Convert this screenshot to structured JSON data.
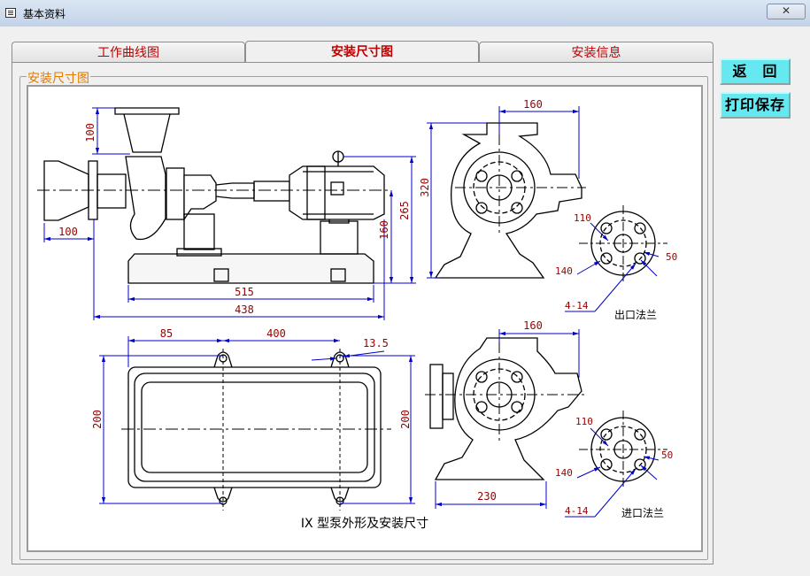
{
  "window": {
    "title": "基本资料",
    "close_label": "✕"
  },
  "tabs": [
    {
      "label": "工作曲线图",
      "active": false
    },
    {
      "label": "安装尺寸图",
      "active": true
    },
    {
      "label": "安装信息",
      "active": false
    }
  ],
  "group_label": "安装尺寸图",
  "buttons": {
    "back": "返　回",
    "print_save": "打印保存"
  },
  "drawing": {
    "caption": "IX 型泵外形及安装尺寸",
    "outlet_flange_label": "出口法兰",
    "inlet_flange_label": "进口法兰",
    "dims": {
      "d100_top": "100",
      "d100_left": "100",
      "d515": "515",
      "d438": "438",
      "d160_motor": "160",
      "d265": "265",
      "d160_top": "160",
      "d320": "320",
      "d110_a": "110",
      "d50_a": "50",
      "d140_a": "140",
      "d4_14_a": "4-14",
      "d85": "85",
      "d400": "400",
      "d13_5": "13.5",
      "d200_left": "200",
      "d200_right": "200",
      "d160_bottom": "160",
      "d230": "230",
      "d110_b": "110",
      "d50_b": "50",
      "d140_b": "140",
      "d4_14_b": "4-14"
    }
  }
}
